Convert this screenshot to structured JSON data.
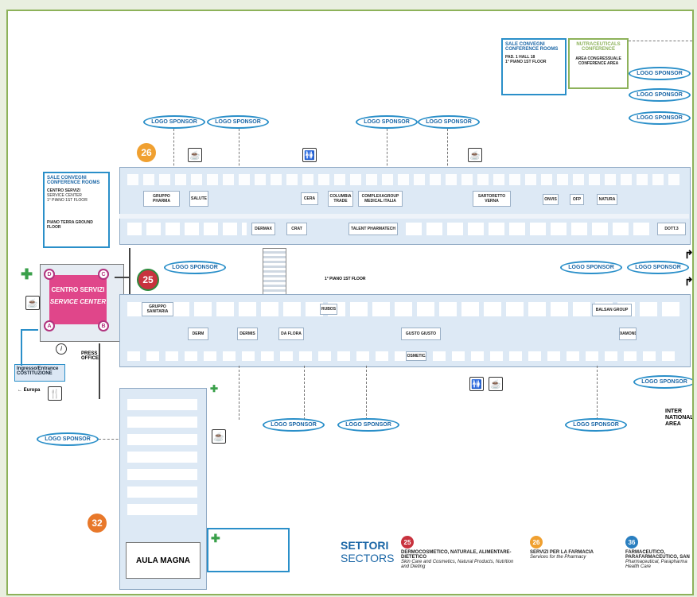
{
  "sponsor_label": "LOGO SPONSOR",
  "badges": {
    "n26": "26",
    "n25": "25",
    "n32": "32"
  },
  "conf_rooms_top": {
    "title": "SALE CONVEGNI",
    "subtitle": "CONFERENCE ROOMS",
    "line1": "PAD. 1 HALL 18",
    "line2": "1° PIANO 1ST FLOOR"
  },
  "nutraceuticals": {
    "title": "NUTRACEUTICALS CONFERENCE",
    "line": "AREA CONGRESSUALE CONFERENCE AREA"
  },
  "conf_rooms_left": {
    "title": "SALE CONVEGNI",
    "subtitle": "CONFERENCE ROOMS",
    "line1": "CENTRO SERVIZI",
    "line2": "SERVICE CENTER",
    "line3": "1° PIANO 1ST FLOOR",
    "line4": "PIANO TERRA GROUND FLOOR"
  },
  "service_center": {
    "it": "CENTRO SERVIZI",
    "en": "SERVICE CENTER",
    "corners": [
      "D",
      "C",
      "A",
      "B"
    ]
  },
  "press_office": "PRESS OFFICE",
  "entrance": "Ingresso/Entrance COSTITUZIONE",
  "europa": "Europa",
  "aula_magna": "AULA MAGNA",
  "first_floor_note": "1° PIANO 1ST FLOOR",
  "inter_area": "INTER NATIONAL AREA",
  "settori": {
    "it": "SETTORI",
    "en": "SECTORS"
  },
  "sectors": [
    {
      "num": "25",
      "color": "#c8323e",
      "it": "DERMOCOSMETICO, NATURALE, ALIMENTARE-DIETETICO",
      "en": "Skin Care and Cosmetics, Natural Products, Nutrition and Dieting"
    },
    {
      "num": "26",
      "color": "#f0a030",
      "it": "SERVIZI PER LA FARMACIA",
      "en": "Services for the Pharmacy"
    },
    {
      "num": "36",
      "color": "#2a7fc0",
      "it": "FARMACEUTICO, PARAFARMACEUTICO, SAN",
      "en": "Pharmaceutical, Parapharma Health Care"
    }
  ],
  "stands_top": [
    "GRUPPO PHARMA",
    "SALUTE",
    "CERA",
    "COLUMBIA TRADE",
    "COMPLEXAGROUP MEDICAL ITALIA",
    "SARTORETTO VERNA",
    "ONVIS",
    "OFP",
    "NATURA",
    "TALENT PHARMATECH",
    "CRAT",
    "DERMAX",
    "DOTT.3"
  ],
  "stands_bottom": [
    "GRUPPO SANITARIA",
    "RUBOS",
    "DERM",
    "DERMIS",
    "DA FLORA",
    "GUSTO GIUSTO",
    "BALSAN GROUP",
    "DIAMOND",
    "COSMETICA"
  ],
  "colors": {
    "hall_fill": "#dde9f5",
    "sponsor_blue": "#2a8fc9",
    "service_pink": "#e0468a",
    "green_frame": "#8db25a"
  }
}
